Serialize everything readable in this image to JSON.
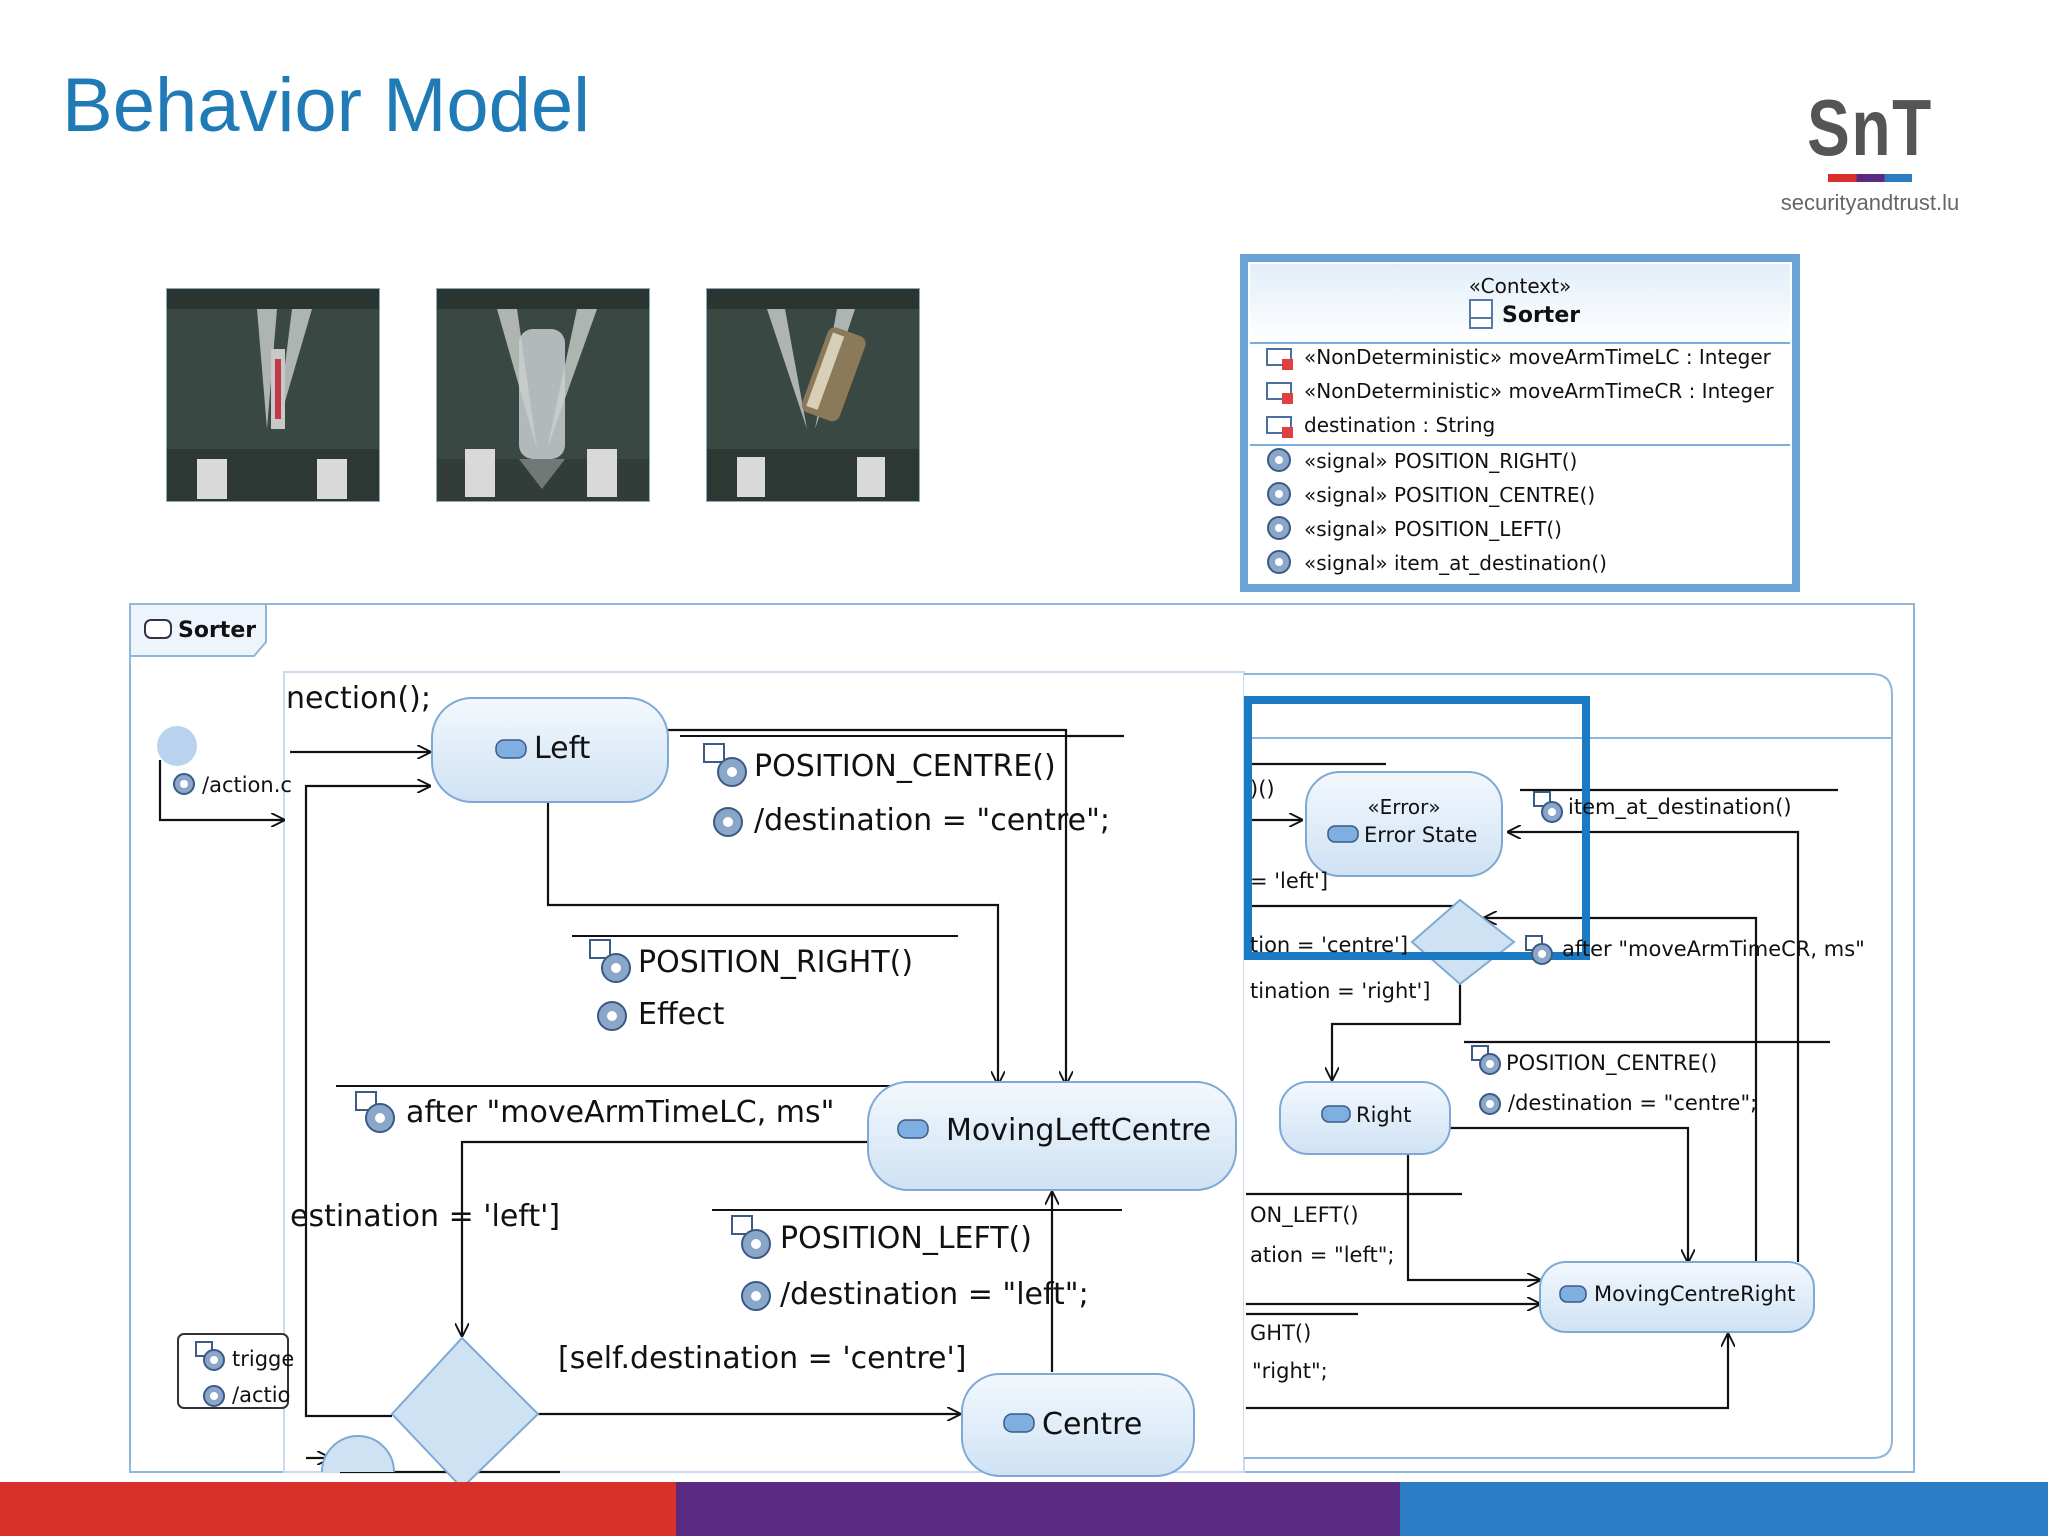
{
  "slide": {
    "title": "Behavior Model",
    "logo_text": "securityandtrust.lu",
    "logo_mark": "SnT",
    "footer_colors": [
      "#d9302b",
      "#5a2a82",
      "#2b7cc5"
    ],
    "accent": "#1f7ab5"
  },
  "context_class": {
    "stereotype": "«Context»",
    "name": "Sorter",
    "attributes": [
      "«NonDeterministic» moveArmTimeLC : Integer",
      "«NonDeterministic» moveArmTimeCR : Integer",
      "destination : String"
    ],
    "operations": [
      "«signal» POSITION_RIGHT()",
      "«signal» POSITION_CENTRE()",
      "«signal» POSITION_LEFT()",
      "«signal» item_at_destination()"
    ]
  },
  "state_machine": {
    "frame_label": "Sorter",
    "states": {
      "left": "Left",
      "moving_left_centre": "MovingLeftCentre",
      "centre": "Centre",
      "right": "Right",
      "moving_centre_right": "MovingCentreRight",
      "error_stereotype": "«Error»",
      "error": "Error State"
    },
    "labels": {
      "connection": "nection();",
      "action_left": "/action.c",
      "position_centre_1": "POSITION_CENTRE()",
      "destination_centre_1": "/destination = \"centre\";",
      "position_right_1": "POSITION_RIGHT()",
      "effect": "Effect",
      "after_lc": "after \"moveArmTimeLC, ms\"",
      "destination_left_guard": "estination = 'left']",
      "position_left_1": "POSITION_LEFT()",
      "destination_left_1": "/destination = \"left\";",
      "self_destination_centre": "[self.destination = 'centre']",
      "trigger": "trigge",
      "action_bottom": "/actio",
      "paren": ")()",
      "guard_left": "= 'left']",
      "guard_centre": "tion = 'centre']",
      "guard_right": "tination = 'right']",
      "item_at_destination": "item_at_destination()",
      "after_cr": "after \"moveArmTimeCR, ms\"",
      "position_centre_2": "POSITION_CENTRE()",
      "destination_centre_2": "/destination = \"centre\";",
      "on_left": "ON_LEFT()",
      "ation_left": "ation = \"left\";",
      "ght": "GHT()",
      "right_val": "\"right\";"
    }
  }
}
